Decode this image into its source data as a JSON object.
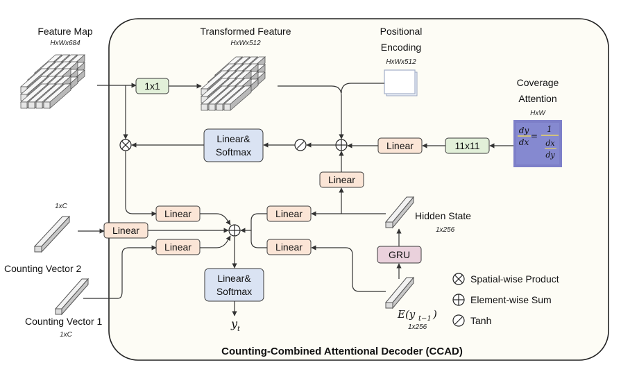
{
  "inputs": {
    "feature_map": {
      "label": "Feature Map",
      "dim": "HxWx684"
    },
    "transformed_feature": {
      "label": "Transformed Feature",
      "dim": "HxWx512"
    },
    "positional_encoding": {
      "label_line1": "Positional",
      "label_line2": "Encoding",
      "dim": "HxWx512"
    },
    "coverage_attention": {
      "label_line1": "Coverage",
      "label_line2": "Attention",
      "dim": "HxW"
    },
    "hidden_state": {
      "label": "Hidden State",
      "dim": "1x256"
    },
    "counting_vector_2": {
      "label": "Counting Vector 2",
      "dim": "1xC"
    },
    "counting_vector_1": {
      "label": "Counting Vector 1",
      "dim": "1xC"
    },
    "embedding": {
      "label": "E(y_{t−1})",
      "dim": "1x256"
    }
  },
  "blocks": {
    "conv_1x1": "1x1",
    "conv_11x11": "11x11",
    "linear": "Linear",
    "linear_softmax_line1": "Linear&",
    "linear_softmax_line2": "Softmax",
    "gru": "GRU"
  },
  "output": {
    "label": "y",
    "subscript": "t"
  },
  "legend": [
    {
      "symbol": "otimes",
      "label": "Spatial-wise Product"
    },
    {
      "symbol": "oplus",
      "label": "Element-wise Sum"
    },
    {
      "symbol": "tanh",
      "label": "Tanh"
    }
  ],
  "title": "Counting-Combined Attentional Decoder (CCAD)",
  "equation": {
    "lhs_num": "dy",
    "lhs_den": "dx",
    "rhs_num": "1",
    "rhs_sub_num": "dx",
    "rhs_sub_den": "dy"
  },
  "colors": {
    "green_block": "#e2f0d9",
    "orange_block": "#fbe5d6",
    "blue_block": "#dae3f3",
    "gru_block": "#ead1dc",
    "container_fill": "#fdfcf5",
    "coverage_bg": "#7d7fc8"
  }
}
